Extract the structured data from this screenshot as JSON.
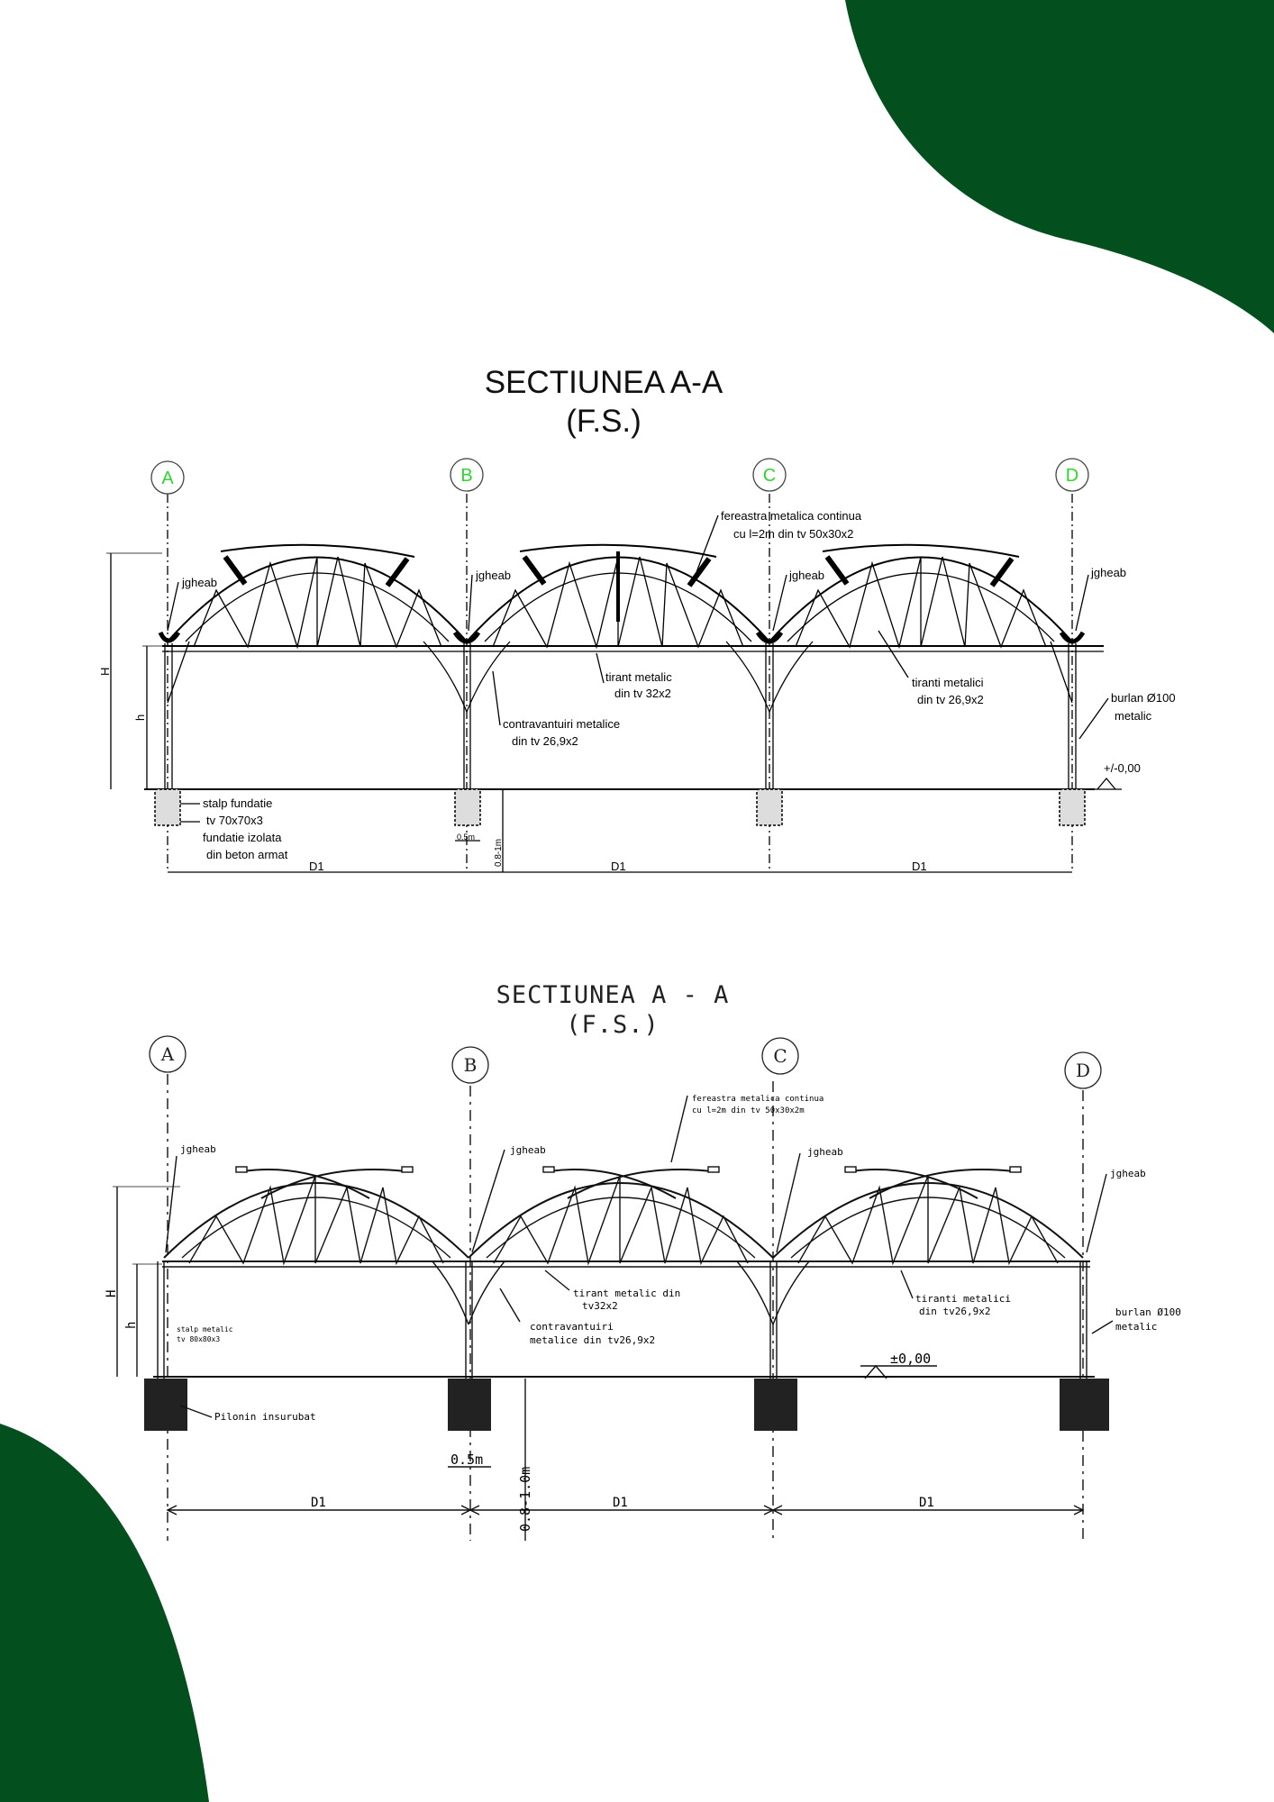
{
  "colors": {
    "accent": "#044f1e",
    "axis_marker_green": "#22cc22"
  },
  "section1": {
    "title": "SECTIUNEA A-A",
    "subtitle": "(F.S.)",
    "axes": [
      "A",
      "B",
      "C",
      "D"
    ],
    "labels": {
      "window_1": "fereastra metalica continua",
      "window_2": "cu l=2m din tv 50x30x2",
      "gutter_a": "jgheab",
      "gutter_b": "jgheab",
      "gutter_c": "jgheab",
      "gutter_d": "jgheab",
      "tie_1": "tirant metalic",
      "tie_2": "din tv 32x2",
      "ties_1": "tiranti metalici",
      "ties_2": "din tv 26,9x2",
      "bracing_1": "contravantuiri metalice",
      "bracing_2": "din tv 26,9x2",
      "downpipe_1": "burlan Ø100",
      "downpipe_2": "metalic",
      "level": "+/-0,00",
      "column_1": "stalp fundatie",
      "column_2": "tv 70x70x3",
      "footing_1": "fundatie izolata",
      "footing_2": "din beton armat",
      "dim_H": "H",
      "dim_h": "h",
      "dim_width": "0.5m",
      "dim_depth": "0.8-1m",
      "span_1": "D1",
      "span_2": "D1",
      "span_3": "D1"
    }
  },
  "section2": {
    "title": "SECTIUNEA A - A",
    "subtitle": "(F.S.)",
    "axes": [
      "A",
      "B",
      "C",
      "D"
    ],
    "labels": {
      "window_1": "fereastra metalica continua",
      "window_2": "cu l=2m din tv 50x30x2m",
      "gutter_a": "jgheab",
      "gutter_b": "jgheab",
      "gutter_c": "jgheab",
      "gutter_d": "jgheab",
      "tie_1": "tirant metalic din",
      "tie_2": "tv32x2",
      "ties_1": "tiranti metalici",
      "ties_2": "din tv26,9x2",
      "bracing_1": "contravantuiri",
      "bracing_2": "metalice din tv26,9x2",
      "column_1": "stalp metalic",
      "column_2": "tv 80x80x3",
      "downpipe_1": "burlan Ø100",
      "downpipe_2": "metalic",
      "level": "±0,00",
      "pile": "Pilonin insurubat",
      "dim_H": "H",
      "dim_h": "h",
      "dim_width": "0.5m",
      "dim_depth": "0.8-1.0m",
      "span_1": "D1",
      "span_2": "D1",
      "span_3": "D1"
    }
  }
}
